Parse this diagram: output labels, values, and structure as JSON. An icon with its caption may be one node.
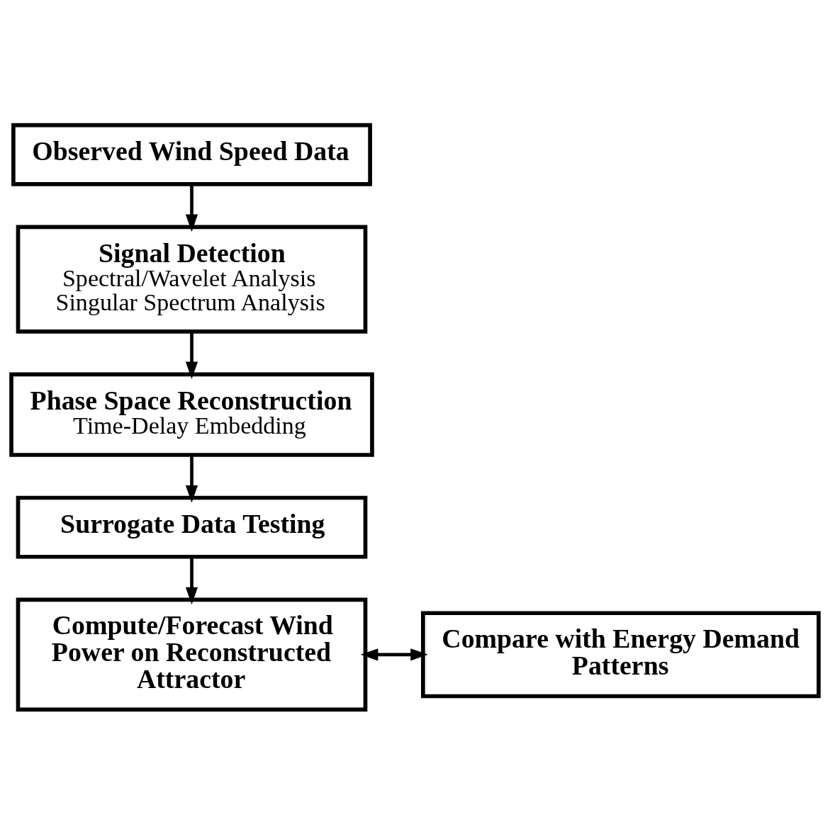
{
  "diagram": {
    "nodes": [
      {
        "text": [
          "Observed Wind Speed Data"
        ]
      },
      {
        "text": [
          "Signal Detection",
          "Spectral/Wavelet Analysis",
          "Singular Spectrum Analysis"
        ]
      },
      {
        "text": [
          "Phase Space Reconstruction",
          "Time-Delay Embedding"
        ]
      },
      {
        "text": [
          "Surrogate Data Testing"
        ]
      },
      {
        "text": [
          "Compute/Forecast Wind Power on Reconstructed Attractor"
        ]
      },
      {
        "text": [
          "Compare with Energy Demand Patterns"
        ]
      }
    ],
    "edges": [
      {
        "from": 0,
        "to": 1,
        "arrow": "to"
      },
      {
        "from": 1,
        "to": 2,
        "arrow": "to"
      },
      {
        "from": 2,
        "to": 3,
        "arrow": "to"
      },
      {
        "from": 3,
        "to": 4,
        "arrow": "to"
      },
      {
        "from": 4,
        "to": 5,
        "arrow": "both"
      }
    ]
  }
}
